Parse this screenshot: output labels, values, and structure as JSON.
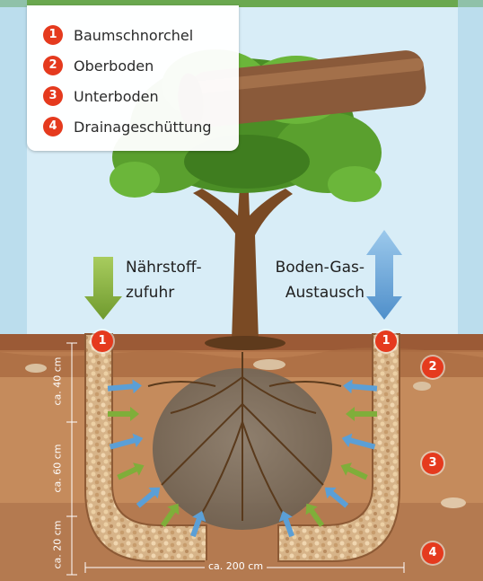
{
  "legend": [
    {
      "num": "1",
      "label": "Baumschnorchel"
    },
    {
      "num": "2",
      "label": "Oberboden"
    },
    {
      "num": "3",
      "label": "Unterboden"
    },
    {
      "num": "4",
      "label": "Drainageschüttung"
    }
  ],
  "arrows": {
    "left_line1": "Nährstoff-",
    "left_line2": "zufuhr",
    "right_line1": "Boden-Gas-",
    "right_line2": "Austausch"
  },
  "markers": {
    "snorkel_left": "1",
    "snorkel_right": "1",
    "topsoil": "2",
    "subsoil": "3",
    "drainage": "4"
  },
  "dimensions": {
    "depth_top": "ca. 40 cm",
    "depth_mid": "ca. 60 cm",
    "depth_bottom": "ca. 20 cm",
    "width": "ca. 200 cm"
  },
  "colors": {
    "badge": "#e53a1e",
    "nutrient_arrow": "#7fae3a",
    "gas_arrow": "#5b9fd6"
  }
}
